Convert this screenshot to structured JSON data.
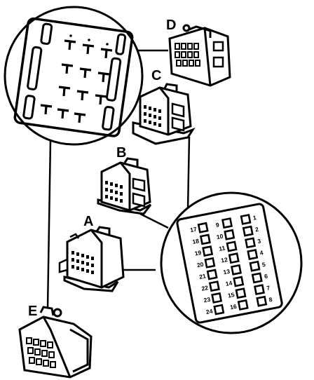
{
  "connectors": [
    {
      "id": "A",
      "label": "A"
    },
    {
      "id": "B",
      "label": "B"
    },
    {
      "id": "C",
      "label": "C"
    },
    {
      "id": "D",
      "label": "D"
    },
    {
      "id": "E",
      "label": "E"
    }
  ],
  "pin_view": {
    "pins": [
      {
        "n": "1"
      },
      {
        "n": "2"
      },
      {
        "n": "3"
      },
      {
        "n": "4"
      },
      {
        "n": "5"
      },
      {
        "n": "6"
      },
      {
        "n": "7"
      },
      {
        "n": "8"
      },
      {
        "n": "9"
      },
      {
        "n": "10"
      },
      {
        "n": "11"
      },
      {
        "n": "12"
      },
      {
        "n": "13"
      },
      {
        "n": "14"
      },
      {
        "n": "15"
      },
      {
        "n": "16"
      },
      {
        "n": "17"
      },
      {
        "n": "18"
      },
      {
        "n": "19"
      },
      {
        "n": "20"
      },
      {
        "n": "21"
      },
      {
        "n": "22"
      },
      {
        "n": "23"
      },
      {
        "n": "24"
      }
    ]
  }
}
